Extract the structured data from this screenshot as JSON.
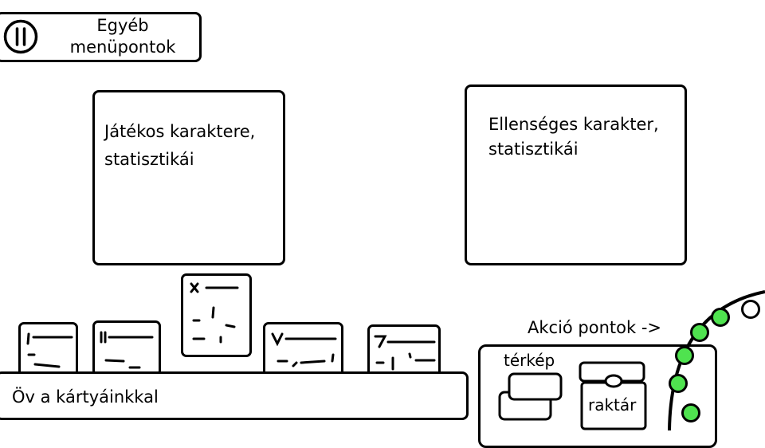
{
  "menu": {
    "label_line1": "Egyéb",
    "label_line2": "menüpontok",
    "icon": "pause-icon"
  },
  "player_panel": {
    "line1": "Játékos karaktere,",
    "line2": "statisztikái"
  },
  "enemy_panel": {
    "line1": "Ellenséges karakter,",
    "line2": "statisztikái"
  },
  "belt": {
    "label": "Öv a kártyáinkkal"
  },
  "cards": [
    {
      "symbol": "I"
    },
    {
      "symbol": "II"
    },
    {
      "symbol": "X"
    },
    {
      "symbol": "V"
    },
    {
      "symbol": "7"
    }
  ],
  "action_points": {
    "label": "Akció pontok ->",
    "total": 6,
    "filled": 5,
    "filled_color": "#4fe34f",
    "empty_color": "#ffffff"
  },
  "map": {
    "label": "térkép",
    "icon": "map-cards-icon"
  },
  "storage": {
    "label": "raktár",
    "icon": "chest-icon"
  }
}
